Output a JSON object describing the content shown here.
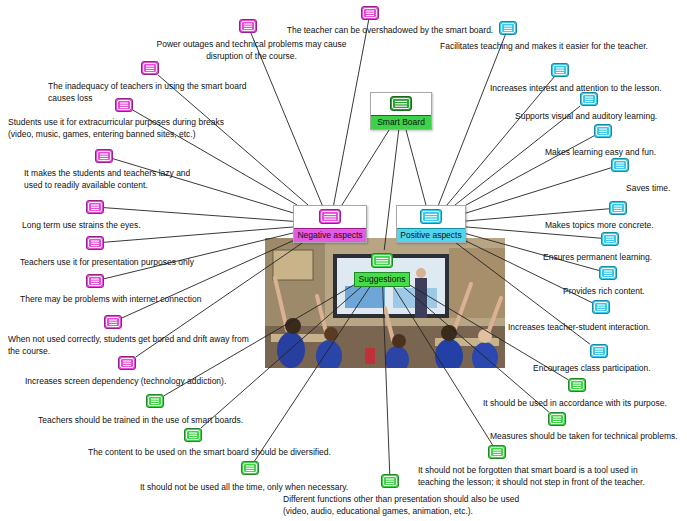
{
  "diagram": {
    "nodes": [
      {
        "text": [
          "Smart Board"
        ]
      },
      {
        "text": [
          "Negative aspects"
        ]
      },
      {
        "text": [
          "Positive aspects"
        ]
      },
      {
        "text": [
          "Suggestions"
        ]
      },
      {
        "text": [
          "The teacher can be overshadowed by the smart board."
        ]
      },
      {
        "text": [
          "Power outages and technical problems may cause disruption of the course."
        ]
      },
      {
        "text": [
          "The inadequacy of teachers in using the smart board causes loss"
        ]
      },
      {
        "text": [
          "Students use it for extracurricular purposes during breaks (video, music, games, entering banned sites, etc.)"
        ]
      },
      {
        "text": [
          "It makes the students and teachers lazy and used to readily available content."
        ]
      },
      {
        "text": [
          "Long term use strains the eyes."
        ]
      },
      {
        "text": [
          "Teachers use it for presentation purposes only"
        ]
      },
      {
        "text": [
          "There may be problems with internet connection"
        ]
      },
      {
        "text": [
          "When not used correctly, students get bored and drift away from the course."
        ]
      },
      {
        "text": [
          "Increases screen dependency (technology addiction)."
        ]
      },
      {
        "text": [
          "Facilitates teaching and makes it easier for the teacher."
        ]
      },
      {
        "text": [
          "Increases interest and attention to the lesson."
        ]
      },
      {
        "text": [
          "Supports visual and auditory learning."
        ]
      },
      {
        "text": [
          "Makes learning easy and fun."
        ]
      },
      {
        "text": [
          "Saves time."
        ]
      },
      {
        "text": [
          "Makes topics more concrete."
        ]
      },
      {
        "text": [
          "Ensures permanent learning."
        ]
      },
      {
        "text": [
          "Provides rich content."
        ]
      },
      {
        "text": [
          "Increases teacher-student interaction."
        ]
      },
      {
        "text": [
          "Encourages class participation."
        ]
      },
      {
        "text": [
          "Teachers should be trained in the use of smart boards."
        ]
      },
      {
        "text": [
          "The content to be used on the smart board should be diversified."
        ]
      },
      {
        "text": [
          "It should not be used all the time, only when necessary."
        ]
      },
      {
        "text": [
          "Different functions other than presentation should also be used (video, audio, educational games, animation, etc.)."
        ]
      },
      {
        "text": [
          "It should not be forgotten that smart board is a tool used in teaching the lesson; it should not step in front of the teacher."
        ]
      },
      {
        "text": [
          "Measures should be taken for technical problems."
        ]
      },
      {
        "text": [
          "It should be used in accordance with its purpose."
        ]
      }
    ],
    "edges": [
      {
        "from": 0,
        "to": 1,
        "arrow": "none"
      },
      {
        "from": 0,
        "to": 2,
        "arrow": "none"
      },
      {
        "from": 0,
        "to": 3,
        "arrow": "none"
      },
      {
        "from": 1,
        "to": 4,
        "arrow": "none"
      },
      {
        "from": 1,
        "to": 5,
        "arrow": "none"
      },
      {
        "from": 1,
        "to": 6,
        "arrow": "none"
      },
      {
        "from": 1,
        "to": 7,
        "arrow": "none"
      },
      {
        "from": 1,
        "to": 8,
        "arrow": "none"
      },
      {
        "from": 1,
        "to": 9,
        "arrow": "none"
      },
      {
        "from": 1,
        "to": 10,
        "arrow": "none"
      },
      {
        "from": 1,
        "to": 11,
        "arrow": "none"
      },
      {
        "from": 1,
        "to": 12,
        "arrow": "none"
      },
      {
        "from": 1,
        "to": 13,
        "arrow": "none"
      },
      {
        "from": 2,
        "to": 14,
        "arrow": "none"
      },
      {
        "from": 2,
        "to": 15,
        "arrow": "none"
      },
      {
        "from": 2,
        "to": 16,
        "arrow": "none"
      },
      {
        "from": 2,
        "to": 17,
        "arrow": "none"
      },
      {
        "from": 2,
        "to": 18,
        "arrow": "none"
      },
      {
        "from": 2,
        "to": 19,
        "arrow": "none"
      },
      {
        "from": 2,
        "to": 20,
        "arrow": "none"
      },
      {
        "from": 2,
        "to": 21,
        "arrow": "none"
      },
      {
        "from": 2,
        "to": 22,
        "arrow": "none"
      },
      {
        "from": 2,
        "to": 23,
        "arrow": "none"
      },
      {
        "from": 3,
        "to": 24,
        "arrow": "none"
      },
      {
        "from": 3,
        "to": 25,
        "arrow": "none"
      },
      {
        "from": 3,
        "to": 26,
        "arrow": "none"
      },
      {
        "from": 3,
        "to": 27,
        "arrow": "none"
      },
      {
        "from": 3,
        "to": 28,
        "arrow": "none"
      },
      {
        "from": 3,
        "to": 29,
        "arrow": "none"
      },
      {
        "from": 3,
        "to": 30,
        "arrow": "none"
      }
    ]
  }
}
